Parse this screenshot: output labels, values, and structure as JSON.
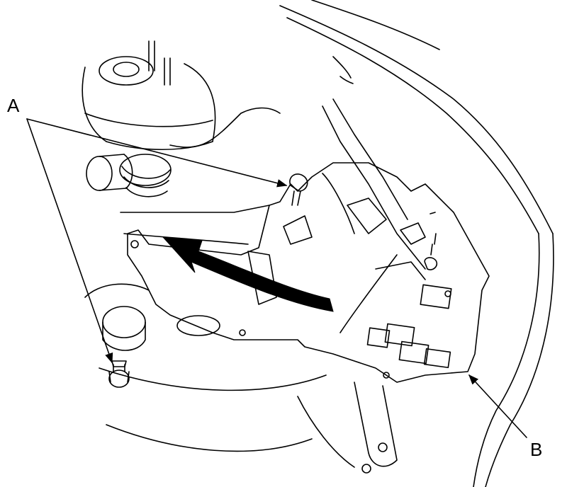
{
  "callouts": {
    "a": "A",
    "b": "B"
  },
  "arrows": {
    "count": 3,
    "curved_removal_arrow": "filled"
  },
  "colors": {
    "line": "#000000",
    "background": "#ffffff"
  }
}
